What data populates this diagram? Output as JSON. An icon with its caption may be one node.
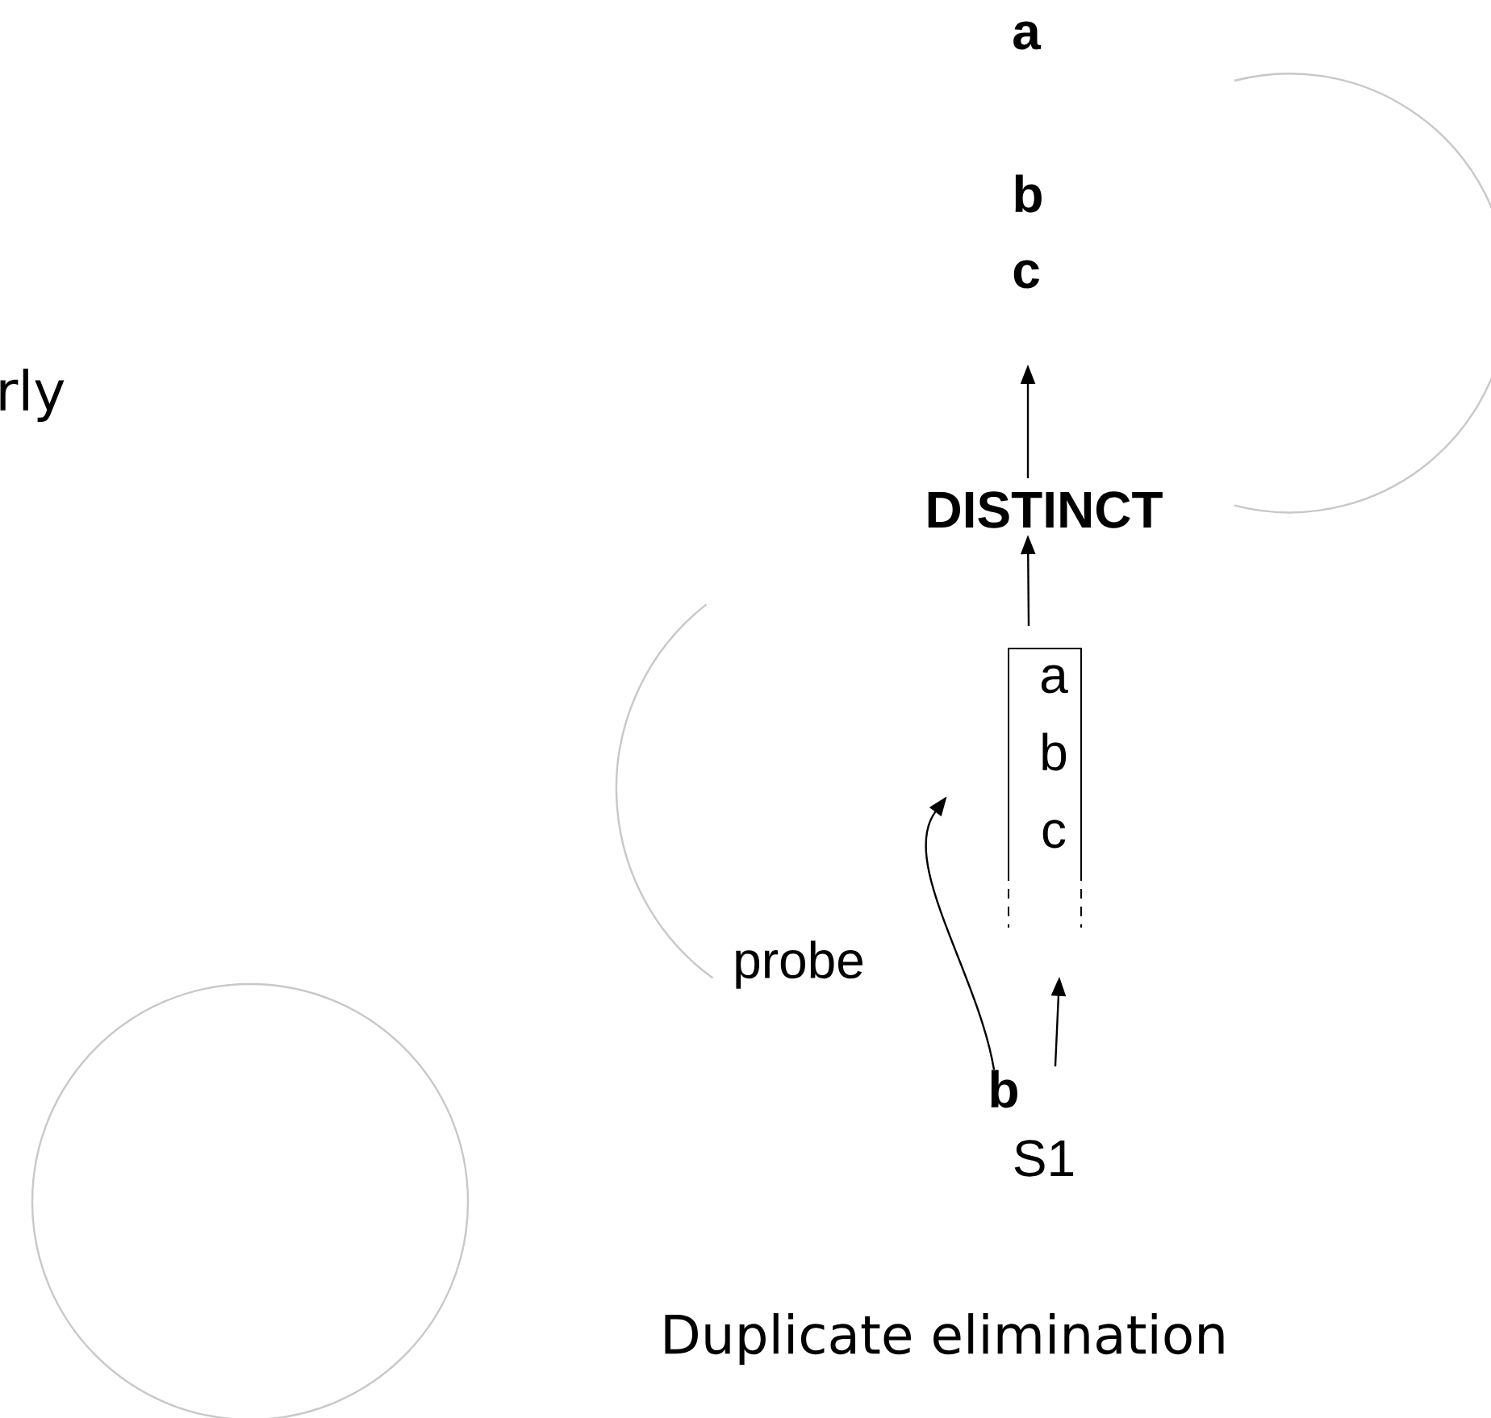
{
  "diagram": {
    "nodes": [
      {
        "text": [
          "a"
        ]
      },
      {
        "text": [
          "b"
        ]
      },
      {
        "text": [
          "c"
        ]
      },
      {
        "text": [
          "DISTINCT"
        ]
      },
      {
        "text": [
          "a",
          "b",
          "c"
        ]
      },
      {
        "text": [
          "b"
        ]
      }
    ],
    "edges": [
      {
        "from": 3,
        "to": 2,
        "arrow": "to"
      },
      {
        "from": 4,
        "to": 3,
        "arrow": "to"
      },
      {
        "from": 5,
        "to": 4,
        "arrow": "to"
      },
      {
        "from": 5,
        "to": 4,
        "arrow": "to",
        "label": "probe"
      }
    ],
    "labels": [
      "rly",
      "S1",
      "Duplicate elimination"
    ]
  }
}
